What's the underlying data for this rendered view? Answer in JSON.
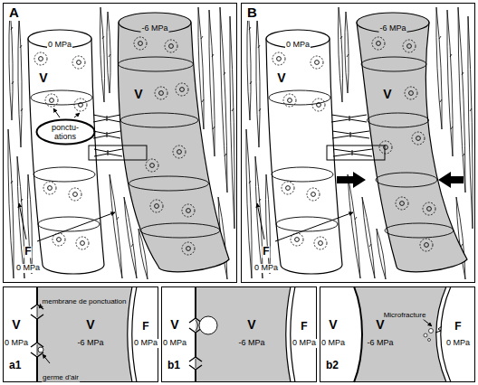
{
  "diagram": {
    "nodes": [
      {
        "text": [
          "A"
        ]
      },
      {
        "text": [
          "ponctu- ations"
        ],
        "in": 0
      },
      {
        "text": [
          "B"
        ]
      },
      {
        "text": [
          "a1"
        ]
      },
      {
        "text": [
          "b1"
        ]
      },
      {
        "text": [
          "b2"
        ]
      }
    ],
    "labels": [
      "0 MPa",
      "-6 MPa",
      "V",
      "V",
      "F",
      "0 MPa",
      "0 MPa",
      "-6 MPa",
      "V",
      "V",
      "F",
      "0 MPa",
      "membrane de ponctuation",
      "V",
      "0 MPa",
      "V",
      "-6 MPa",
      "F",
      "0 MPa",
      "germe d'air",
      "V",
      "0 MPa",
      "V",
      "-6 MPa",
      "F",
      "0 MPa",
      "Microfracture",
      "V",
      "0 MPa",
      "V",
      "-6 MPa",
      "F",
      "0 MPa"
    ]
  }
}
